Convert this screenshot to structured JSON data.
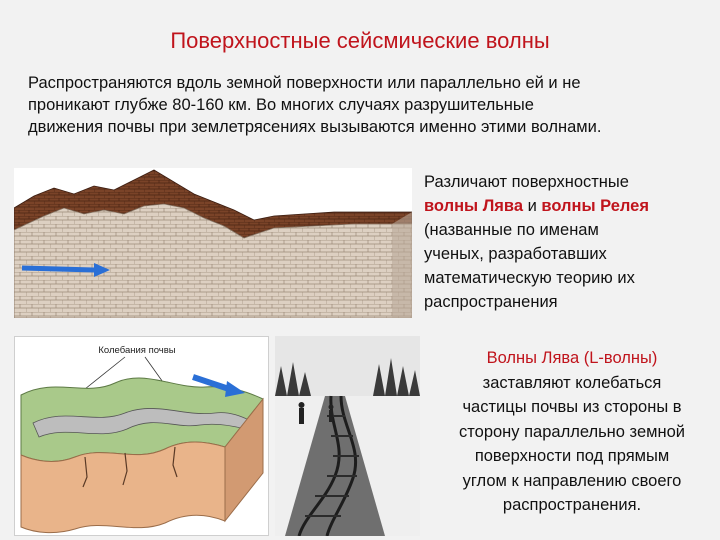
{
  "slide": {
    "title": "Поверхностные сейсмические волны",
    "intro_lines": [
      "Распространяются вдоль земной поверхности или параллельно ей и не",
      "проникают глубже 80-160 км. Во многих случаях разрушительные",
      "движения почвы при землетрясениях вызываются именно этими волнами."
    ]
  },
  "side_text": {
    "line1": "Различают поверхностные",
    "love_label": "волны Лява",
    "and_word": " и ",
    "rayleigh_label": "волны Релея",
    "lines_rest": [
      "(названные по именам",
      "ученых, разработавших",
      "математическую теорию их",
      "распространения"
    ]
  },
  "love_diagram": {
    "caption": "Колебания почвы"
  },
  "love_text": {
    "heading": "Волны Лява (L-волны)",
    "lines": [
      "заставляют колебаться",
      "частицы почвы из стороны в",
      "сторону параллельно земной",
      "поверхности под прямым",
      "углом к направлению своего",
      "распространения."
    ]
  },
  "colors": {
    "title": "#c0141c",
    "accent": "#c0141c",
    "arrow": "#2a6fd6",
    "block_top": "#6b3a22",
    "block_face": "#d9cbbd",
    "diagram_green": "#a9c98a"
  }
}
